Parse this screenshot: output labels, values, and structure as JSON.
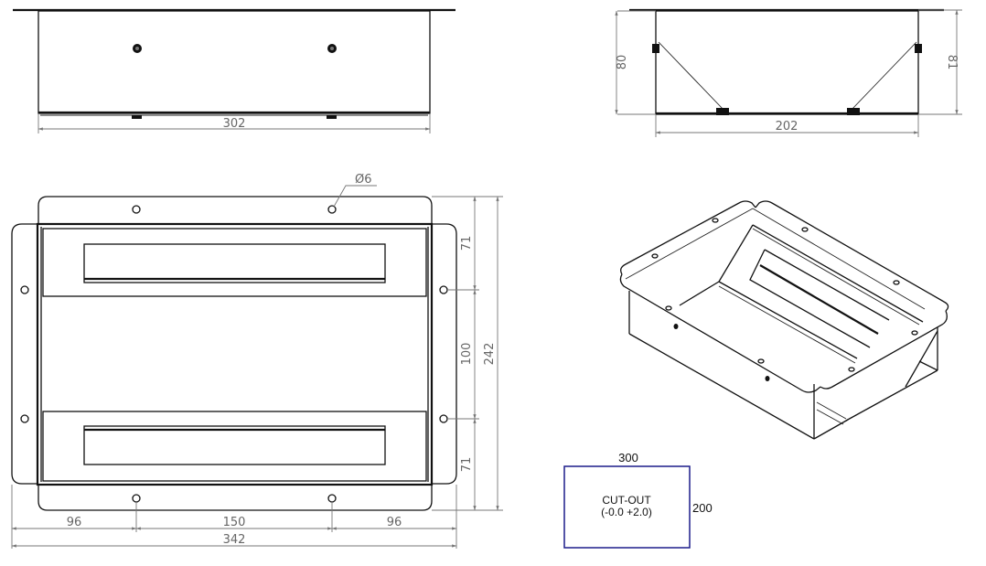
{
  "drawing": {
    "front_view": {
      "width_dim": "302"
    },
    "side_view": {
      "height_left_dim": "80",
      "height_right_dim": "81",
      "width_dim": "202"
    },
    "top_view": {
      "hole_callout": "Ø6",
      "right_dims": [
        "71",
        "100",
        "71"
      ],
      "overall_height_dim": "242",
      "bottom_dims": [
        "96",
        "150",
        "96"
      ],
      "overall_width_dim": "342"
    },
    "cutout": {
      "width_dim": "300",
      "height_dim": "200",
      "label_line1": "CUT-OUT",
      "label_line2": "(-0.0 +2.0)",
      "border_color": "#1c1c8a"
    }
  }
}
